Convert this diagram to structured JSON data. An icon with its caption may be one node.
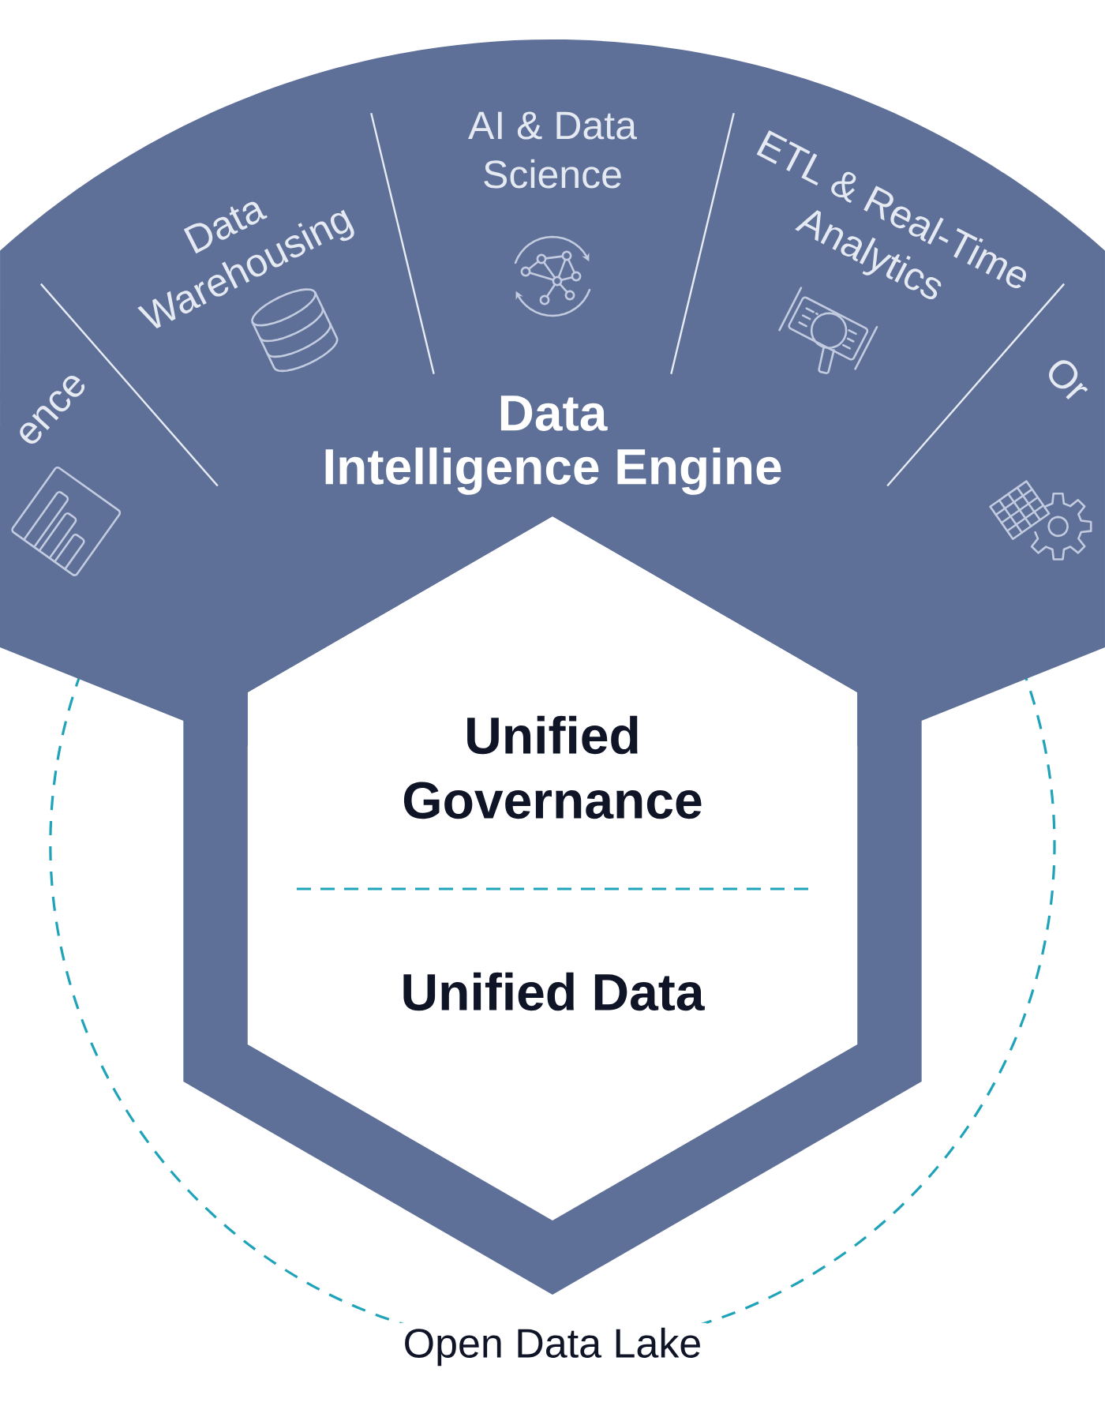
{
  "diagram": {
    "nodes": [
      {
        "text": [
          "Data Intelligence Engine"
        ]
      },
      {
        "text": [
          "ence"
        ],
        "in": 0
      },
      {
        "text": [
          "Data Warehousing"
        ],
        "in": 0
      },
      {
        "text": [
          "AI & Data Science"
        ],
        "in": 0
      },
      {
        "text": [
          "ETL & Real-Time Analytics"
        ],
        "in": 0
      },
      {
        "text": [
          "Or"
        ],
        "in": 0
      },
      {
        "text": [
          "Unified Governance",
          "Unified Data"
        ]
      },
      {
        "text": [
          "Open Data Lake"
        ]
      }
    ]
  }
}
